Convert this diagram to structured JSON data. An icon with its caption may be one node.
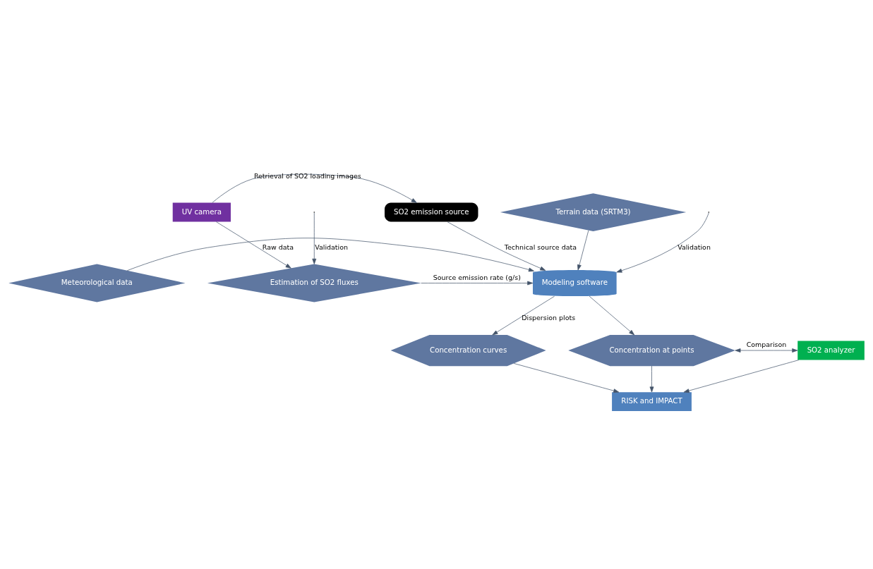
{
  "diagram": {
    "nodes": [
      {
        "text": [
          "SO2 emission source"
        ]
      },
      {
        "text": [
          "UV camera"
        ]
      },
      {
        "text": [
          "Meteorological data"
        ]
      },
      {
        "text": [
          "Modeling software"
        ]
      },
      {
        "text": [
          "Terrain data (SRTM3)"
        ]
      },
      {
        "text": [
          "Estimation of SO2 fluxes"
        ]
      },
      {
        "text": [
          "Concentration curves"
        ]
      },
      {
        "text": [
          "Concentration at points"
        ]
      },
      {
        "text": [
          "SO2 analyzer"
        ]
      },
      {
        "text": [
          "RISK and IMPACT"
        ]
      }
    ],
    "edges": [
      {
        "from": 1,
        "to": 0,
        "arrow": "to",
        "label": "Retrieval of SO2 loading images"
      },
      {
        "from": 0,
        "to": 3,
        "arrow": "to",
        "label": "Technical source data"
      },
      {
        "from": 1,
        "to": 5,
        "arrow": "to",
        "label": "Raw data"
      },
      {
        "from": 2,
        "to": 3,
        "arrow": "to"
      },
      {
        "from": 4,
        "to": 3,
        "arrow": "to"
      },
      {
        "from": 5,
        "to": 3,
        "arrow": "to",
        "label": "Source emission rate (g/s)"
      },
      {
        "from": 3,
        "to": 6,
        "arrow": "to",
        "label": "Dispersion plots"
      },
      {
        "from": 3,
        "to": 7,
        "arrow": "to"
      },
      {
        "from": null,
        "to": 3,
        "arrow": "to",
        "label": "Validation"
      },
      {
        "from": null,
        "to": 5,
        "arrow": "to",
        "label": "Validation"
      },
      {
        "from": 7,
        "to": 8,
        "arrow": "both",
        "label": "Comparison"
      },
      {
        "from": 6,
        "to": 9,
        "arrow": "to"
      },
      {
        "from": 7,
        "to": 9,
        "arrow": "to"
      },
      {
        "from": 8,
        "to": 9,
        "arrow": "to"
      }
    ]
  }
}
